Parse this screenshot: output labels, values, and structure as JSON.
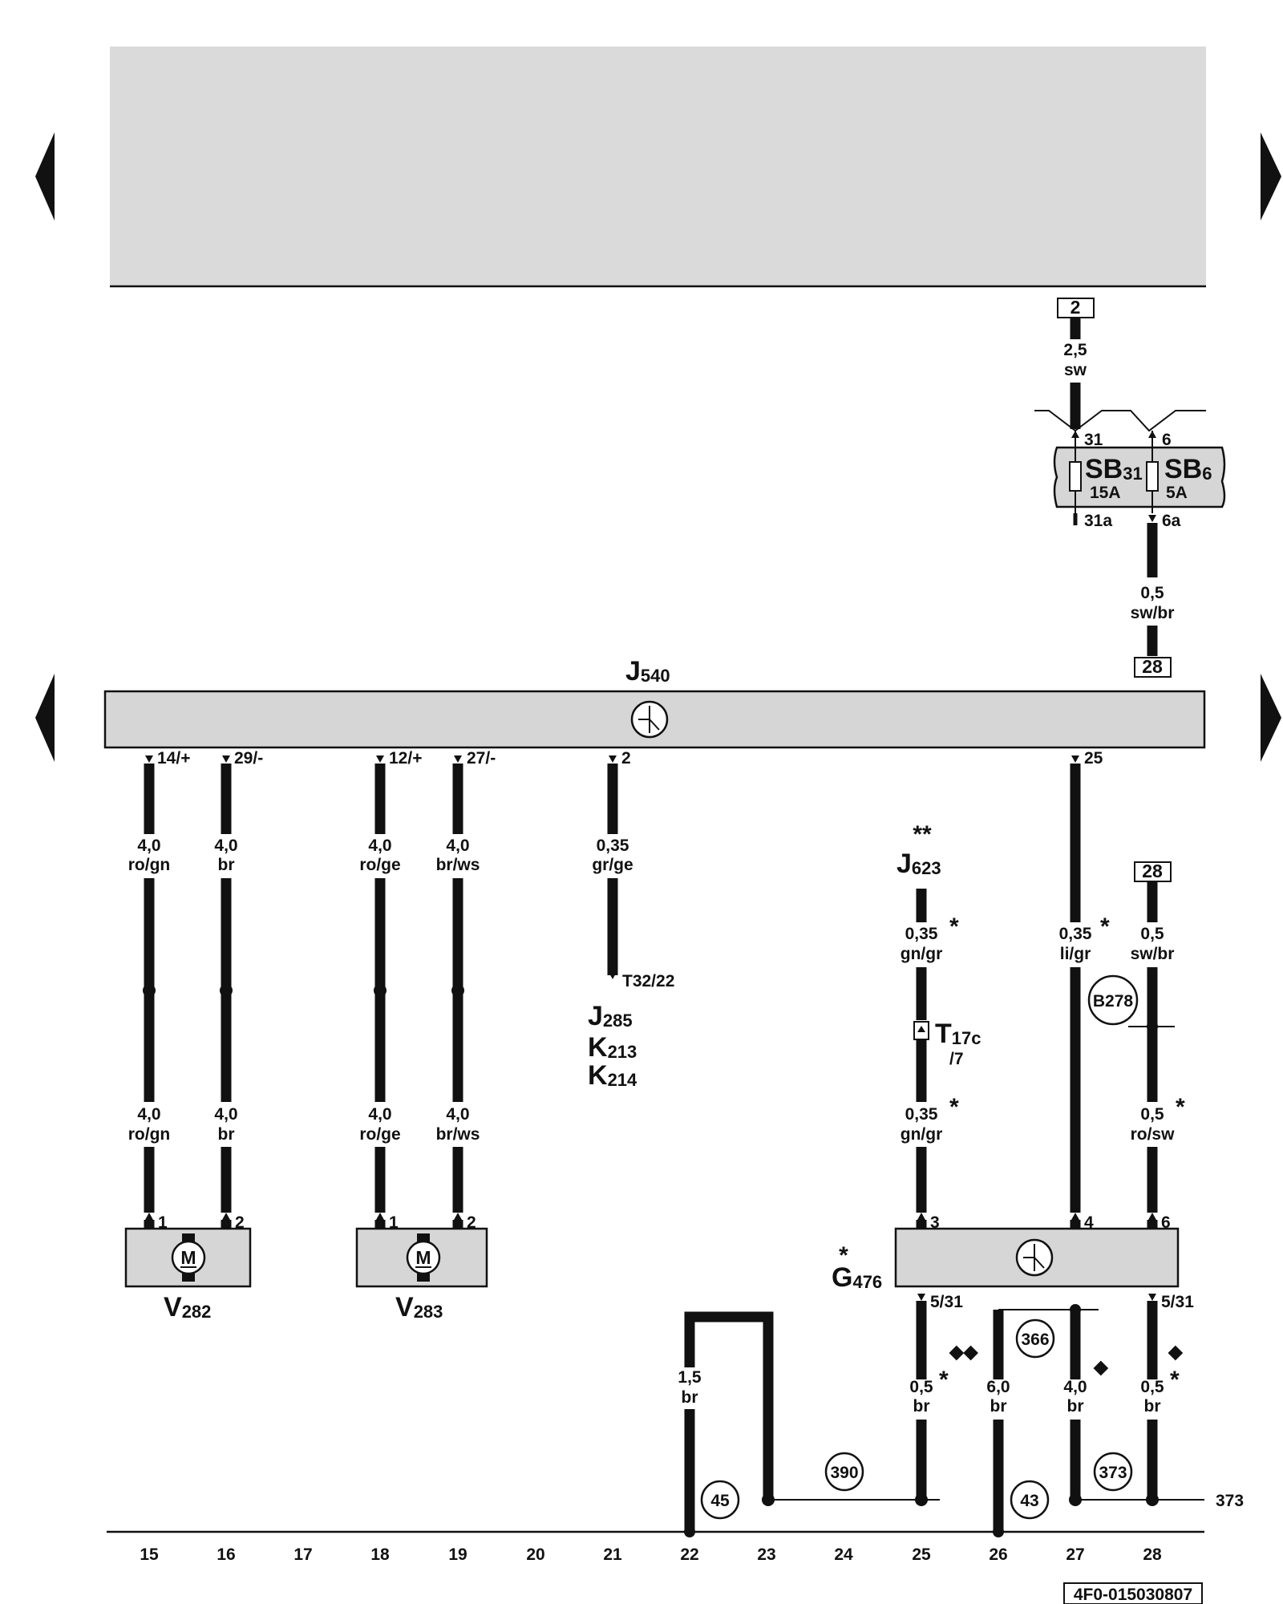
{
  "components": {
    "j540": {
      "name": "J",
      "sub": "540"
    },
    "j623": {
      "stars": "**",
      "name": "J",
      "sub": "623"
    },
    "j285": {
      "name": "J",
      "sub": "285"
    },
    "k213": {
      "name": "K",
      "sub": "213"
    },
    "k214": {
      "name": "K",
      "sub": "214"
    },
    "v282": {
      "name": "V",
      "sub": "282"
    },
    "v283": {
      "name": "V",
      "sub": "283"
    },
    "g476": {
      "star": "*",
      "name": "G",
      "sub": "476"
    },
    "sb31": {
      "name": "SB",
      "sub": "31",
      "rating": "15A"
    },
    "sb6": {
      "name": "SB",
      "sub": "6",
      "rating": "5A"
    },
    "t17c": {
      "name": "T",
      "sub": "17c",
      "pin": "/7"
    },
    "motor_symbol": "M"
  },
  "pins": {
    "sb31_top": "31",
    "sb6_top": "6",
    "sb31_bot": "31a",
    "sb6_bot": "6a",
    "j540_p14": "14/+",
    "j540_p29": "29/-",
    "j540_p12": "12/+",
    "j540_p27": "27/-",
    "j540_p2": "2",
    "j540_p25": "25",
    "t32": "T32/22",
    "v282_p1": "1",
    "v282_p2": "2",
    "v283_p1": "1",
    "v283_p2": "2",
    "g476_p3": "3",
    "g476_p4": "4",
    "g476_p6": "6",
    "g476_p5a": "5/31",
    "g476_p5b": "5/31"
  },
  "wires": {
    "w2_size": "2,5",
    "w2_color": "sw",
    "w28a_size": "0,5",
    "w28a_color": "sw/br",
    "c15_size": "4,0",
    "c15_color": "ro/gn",
    "c16_size": "4,0",
    "c16_color": "br",
    "c18_size": "4,0",
    "c18_color": "ro/ge",
    "c19_size": "4,0",
    "c19_color": "br/ws",
    "c21_size": "0,35",
    "c21_color": "gr/ge",
    "c25u_size": "0,35",
    "c25u_color": "gn/gr",
    "c25l_size": "0,35",
    "c25l_color": "gn/gr",
    "c27_size": "0,35",
    "c27_color": "li/gr",
    "c28u_size": "0,5",
    "c28u_color": "sw/br",
    "c28l_size": "0,5",
    "c28l_color": "ro/sw",
    "c22_size": "1,5",
    "c22_color": "br",
    "c25b_size": "0,5",
    "c25b_color": "br",
    "c26_size": "6,0",
    "c26_color": "br",
    "c27b_size": "4,0",
    "c27b_color": "br",
    "c28b_size": "0,5",
    "c28b_color": "br",
    "star": "*",
    "diamond": "◆",
    "diamonds": "◆◆"
  },
  "references": {
    "top_box": "2",
    "ref28a": "28",
    "ref28b": "28"
  },
  "connections": {
    "b278": "B278",
    "c45": "45",
    "c390": "390",
    "c43": "43",
    "c366": "366",
    "c373": "373",
    "ref373": "373"
  },
  "columns": [
    "15",
    "16",
    "17",
    "18",
    "19",
    "20",
    "21",
    "22",
    "23",
    "24",
    "25",
    "26",
    "27",
    "28"
  ],
  "doc_id": "4F0-015030807"
}
